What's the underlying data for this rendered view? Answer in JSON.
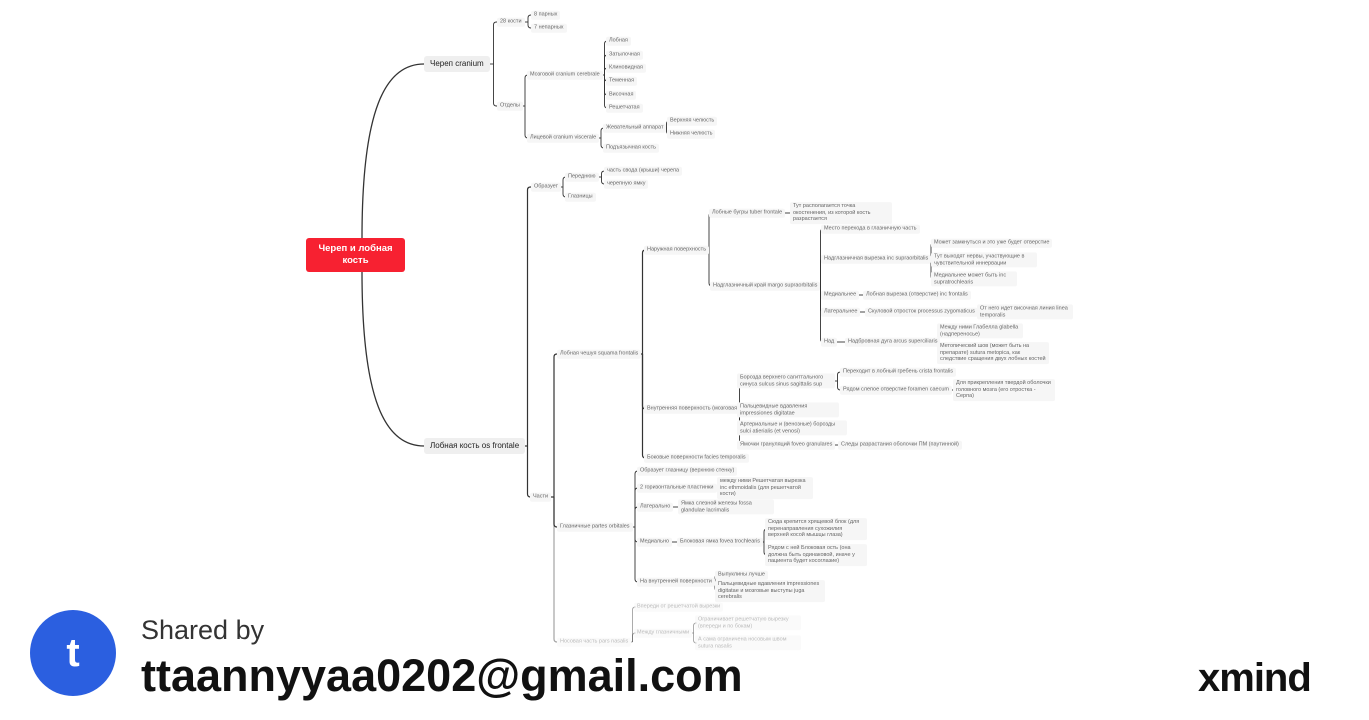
{
  "root": "Череп и лобная кость",
  "nodes": {
    "cr": "Череп cranium",
    "fr": "Лобная кость os frontale",
    "k28": "28 кости",
    "p8": "8 парных",
    "u7": "7 непарных",
    "otd": "Отделы",
    "cer": "Мозговой cranium cerebrale",
    "c1": "Лобная",
    "c2": "Затылочная",
    "c3": "Клиновидная",
    "c4": "Теменная",
    "c5": "Височная",
    "c6": "Решетчатая",
    "vis": "Лицевой cranium viscerale",
    "jev": "Жевательный аппарат",
    "vch": "Верхняя челюсть",
    "nch": "Нижняя челюсть",
    "pod": "Подъязычная кость",
    "obr": "Образует",
    "per": "Переднюю",
    "per1": "часть свода (крыши) черепа",
    "per2": "черепную ямку",
    "gl": "Глазницы",
    "ch": "Части",
    "sq": "Лобная чешуя squama frontalis",
    "nar": "Наружная поверхность",
    "tub": "Лобные бугры tuber frontale",
    "tub1": "Тут располагается точка окостенения, из которой кость разрастается",
    "mar": "Надглазничный край margo supraorbitalis",
    "m1": "Место перехода в глазничную часть",
    "m2": "Надглазничная вырезка inc supraorbitalis",
    "m2a": "Может замкнуться и это уже будет отверстие",
    "m2b": "Тут выходят нервы, участвующие в чувствительной иннервации",
    "m2c": "Медиальнее может быть inc supratrochlearis",
    "m3": "Медиальнее",
    "m3a": "Лобная вырезка (отверстие) inc frontalis",
    "m4": "Латеральнее",
    "m4a": "Скуловой отросток processus zygomaticus",
    "m4b": "От него идет височная линия linea temporalis",
    "m5": "Над",
    "m5a": "Надбровная дуга arcus superciliaris",
    "m5b": "Между ними Глабелла glabella (надпереносье)",
    "m5c": "Метопический шов (может быть на препарате) sutura metopica, как следствие сращения двух лобных костей",
    "vn": "Внутренняя поверхность (мозговая)",
    "v1": "Борозда верхнего сагиттального синуса sulcus sinus sagittalis sup",
    "v1a": "Переходит в лобный гребень crista frontalis",
    "v1b": "Рядом слепое отверстие foramen caecum",
    "v1c": "Для прикрепления твердой оболочки головного мозга (его отростка - Серпа)",
    "v2": "Пальцевидные вдавления impressiones digitatae",
    "v3": "Артериальные и (венозные) борозды sulci atierialis (et venosi)",
    "v4": "Ямочки грануляций foveo granulares",
    "v4a": "Следы разрастания оболочки ПМ (паутинной)",
    "bok": "Боковые поверхности facies temporalis",
    "orb": "Глазничные partes orbitales",
    "o1": "Образует глазницу (верхнюю стенку)",
    "o2": "2 горизонтальные пластинки",
    "o2a": "между ними Решетчатая вырезка inc ethmoidalis (для решетчатой кости)",
    "o3": "Латерально",
    "o3a": "Ямка слезной железы fossa glandulae lacrimalis",
    "o4": "Медиально",
    "o4a": "Блоковая ямка fovea trochlearis",
    "o4b": "Сюда крепится хрящевой блок (для перенаправления сухожилия верхней косой мышцы глаза)",
    "o4c": "Рядом с ней Блоковая ость (она должна быть одинаковой, иначе у пациента будет косоглазие)",
    "o5": "На внутренней поверхности",
    "o5a": "Выпуклины лучше",
    "o5b": "Пальцевидные вдавления impressiones digitatae и мозговые выступы juga cerebralis",
    "nas": "Носовая часть pars nasalis",
    "n1": "Впереди от решетчатой вырезки",
    "n2": "Между глазничными",
    "n2a": "Ограничивает решетчатую вырезку (впереди и по бокам)",
    "n2b": "А сама ограничена носовым швом sutura nasalis"
  },
  "footer": {
    "shared_label": "Shared by",
    "avatar_letter": "t",
    "email": "ttaannyyaa0202@gmail.com",
    "logo": "xmind"
  },
  "colors": {
    "root": "#f72131",
    "avatar": "#2b5fe0",
    "line": "#333333"
  }
}
